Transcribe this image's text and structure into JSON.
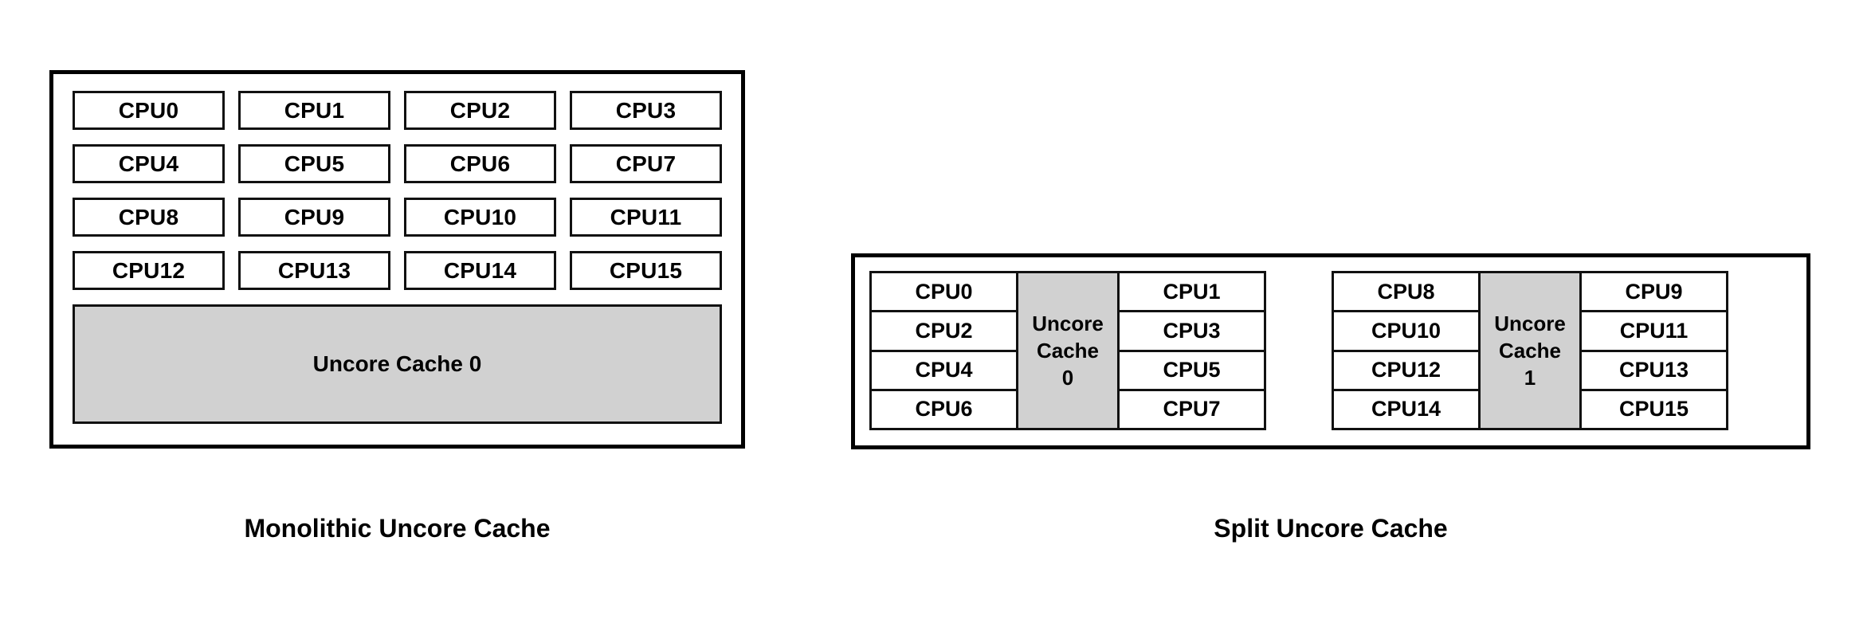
{
  "figure": {
    "background_color": "#ffffff",
    "border_color": "#000000",
    "cache_fill_color": "#d1d1d1",
    "cpu_fill_color": "#ffffff"
  },
  "monolithic": {
    "caption": "Monolithic Uncore Cache",
    "cpus": [
      "CPU0",
      "CPU1",
      "CPU2",
      "CPU3",
      "CPU4",
      "CPU5",
      "CPU6",
      "CPU7",
      "CPU8",
      "CPU9",
      "CPU10",
      "CPU11",
      "CPU12",
      "CPU13",
      "CPU14",
      "CPU15"
    ],
    "cache_label": "Uncore Cache 0"
  },
  "split": {
    "caption": "Split Uncore Cache",
    "clusters": [
      {
        "left_cpus": [
          "CPU0",
          "CPU2",
          "CPU4",
          "CPU6"
        ],
        "cache_line1": "Uncore",
        "cache_line2": "Cache",
        "cache_line3": "0",
        "right_cpus": [
          "CPU1",
          "CPU3",
          "CPU5",
          "CPU7"
        ]
      },
      {
        "left_cpus": [
          "CPU8",
          "CPU10",
          "CPU12",
          "CPU14"
        ],
        "cache_line1": "Uncore",
        "cache_line2": "Cache",
        "cache_line3": "1",
        "right_cpus": [
          "CPU9",
          "CPU11",
          "CPU13",
          "CPU15"
        ]
      }
    ]
  }
}
